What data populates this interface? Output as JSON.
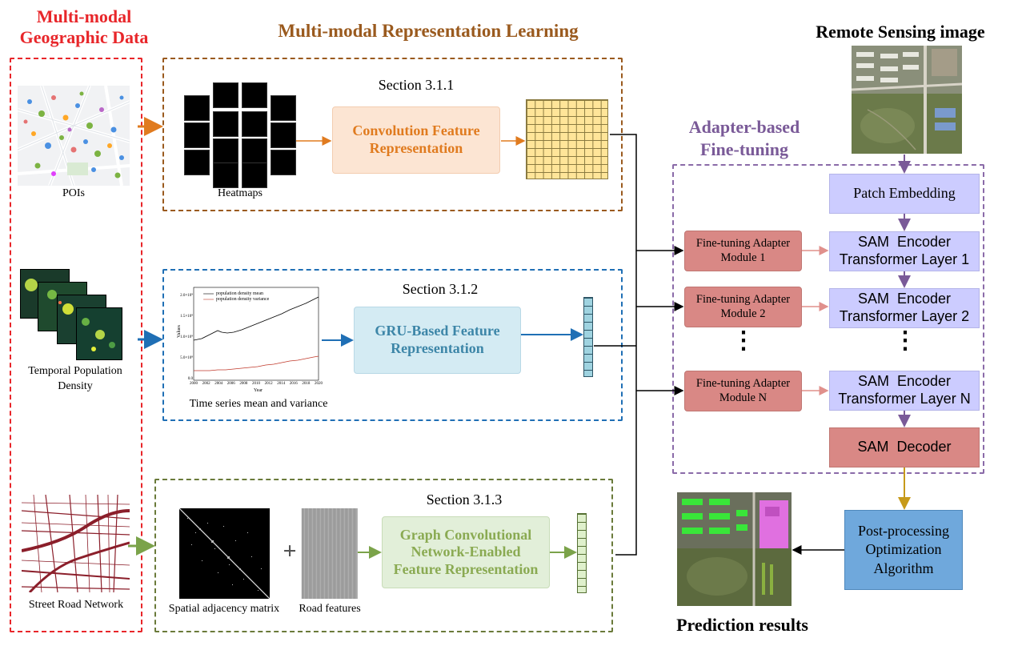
{
  "titles": {
    "geo_data": "Multi-modal\nGeographic Data",
    "representation": "Multi-modal Representation Learning",
    "adapter": "Adapter-based\nFine-tuning",
    "remote_sensing": "Remote Sensing image",
    "prediction": "Prediction results"
  },
  "inputs": {
    "pois": "POIs",
    "population": "Temporal Population\nDensity",
    "road": "Street Road Network"
  },
  "section1": {
    "label": "Section 3.1.1",
    "heatmaps": "Heatmaps",
    "module": "Convolution Feature\nRepresentation"
  },
  "section2": {
    "label": "Section 3.1.2",
    "caption": "Time series mean and variance",
    "module": "GRU-Based Feature\nRepresentation",
    "chart": {
      "legend_mean": "population density mean",
      "legend_var": "population density variance",
      "ylabel": "Values",
      "xlabel": "Year",
      "yticks": [
        "0.0",
        "5.0×10⁸",
        "1.0×10⁹",
        "1.5×10⁹",
        "2.0×10⁹"
      ],
      "xticks": [
        "2000",
        "2002",
        "2004",
        "2006",
        "2008",
        "2010",
        "2012",
        "2014",
        "2016",
        "2018",
        "2020"
      ]
    }
  },
  "section3": {
    "label": "Section 3.1.3",
    "matrix": "Spatial adjacency matrix",
    "plus": "+",
    "features": "Road features",
    "module": "Graph Convolutional\nNetwork-Enabled\nFeature Representation"
  },
  "adapter": {
    "module1": "Fine-tuning Adapter\nModule 1",
    "module2": "Fine-tuning Adapter\nModule 2",
    "moduleN": "Fine-tuning Adapter\nModule N",
    "dots": "⋮"
  },
  "sam": {
    "patch": "Patch Embedding",
    "layer1": "SAM  Encoder\nTransformer Layer 1",
    "layer2": "SAM  Encoder\nTransformer Layer 2",
    "layerN": "SAM  Encoder\nTransformer Layer N",
    "decoder": "SAM  Decoder",
    "dots": "⋮"
  },
  "post": "Post-processing\nOptimization\nAlgorithm",
  "colors": {
    "red": "#e8262a",
    "orange": "#e07b1f",
    "blue": "#1f6fb5",
    "green": "#6a7a3a",
    "purple": "#8a6aa8",
    "brown": "#9a5a1e",
    "adapter_fill": "#d98885",
    "sam_fill": "#ccccff",
    "post_fill": "#6fa8dc"
  }
}
